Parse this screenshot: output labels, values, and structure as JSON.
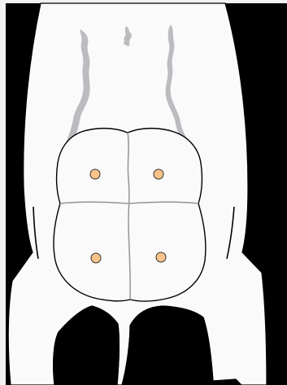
{
  "colors": {
    "page_background": "#f2f2f2",
    "frame": "#000000",
    "body_fill": "#fafafa",
    "outline": "#000000",
    "grey_accent": "#bcbcc0",
    "segment_divider": "#9a9a9a",
    "dot_fill": "#f9c289",
    "dot_stroke": "#333333"
  },
  "figure": {
    "segments": [
      {
        "id": "upper-left"
      },
      {
        "id": "upper-right"
      },
      {
        "id": "lower-left"
      },
      {
        "id": "lower-right"
      }
    ],
    "dots": [
      {
        "segment": "upper-left"
      },
      {
        "segment": "upper-right"
      },
      {
        "segment": "lower-left"
      },
      {
        "segment": "lower-right"
      }
    ]
  }
}
